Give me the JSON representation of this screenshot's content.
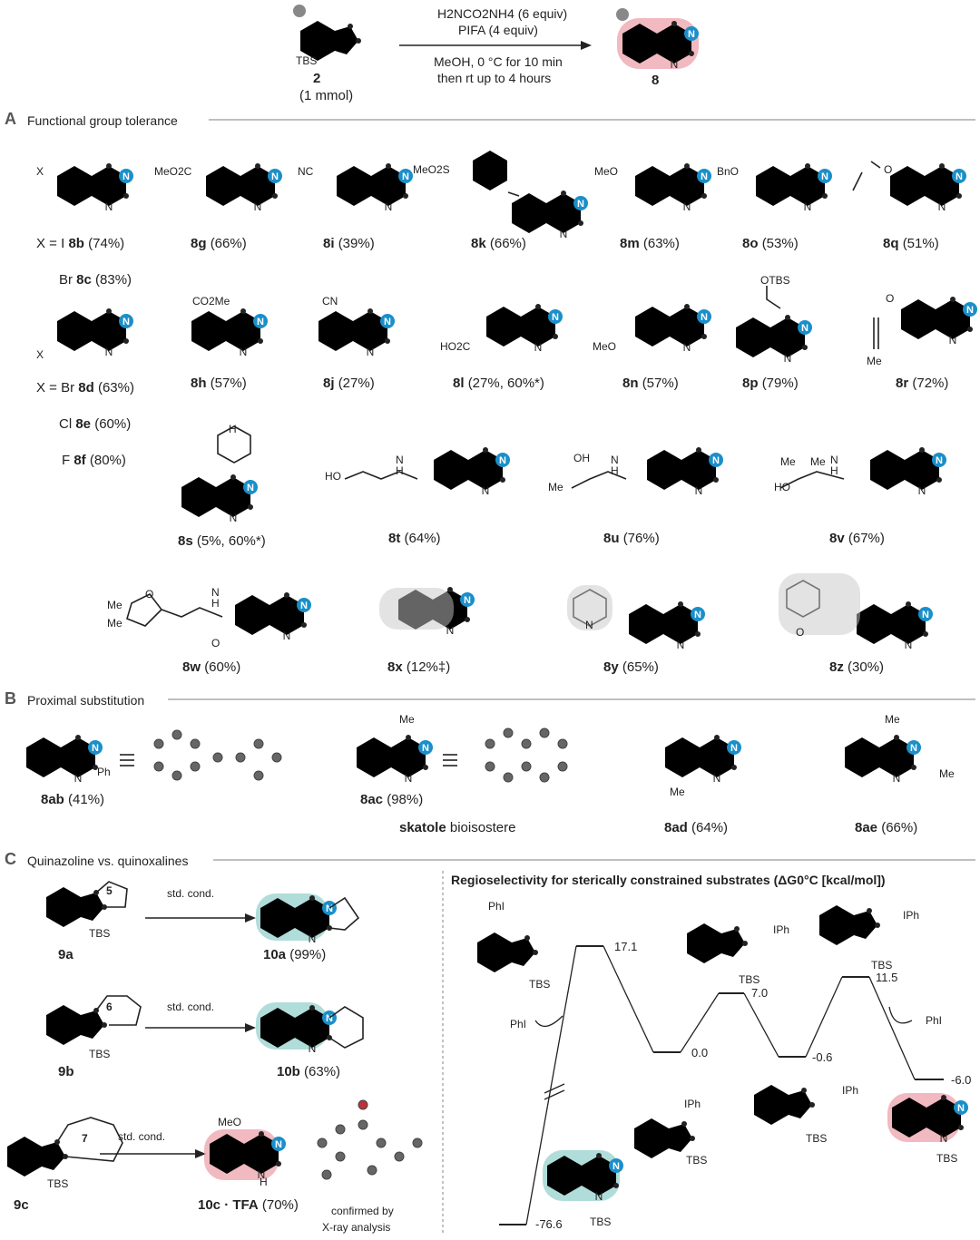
{
  "scheme": {
    "reactant": {
      "id": "2",
      "amount": "(1 mmol)",
      "group": "TBS"
    },
    "conditions": [
      "H2NCO2NH4 (6 equiv)",
      "PIFA (4 equiv)",
      "MeOH, 0 °C for 10 min",
      "then rt up to 4 hours"
    ],
    "product": {
      "id": "8"
    }
  },
  "sectionA": {
    "letter": "A",
    "title": "Functional group tolerance",
    "substituents": [
      "X",
      "MeO2C",
      "NC",
      "MeO2S",
      "MeO",
      "BnO",
      "CO2Me",
      "CN",
      "HO2C",
      "MeO",
      "OTBS",
      "Me",
      "H",
      "HO",
      "OH",
      "Me",
      "Me",
      "Me",
      "HO",
      "Me",
      "Me",
      "X",
      "O",
      "O",
      "O",
      "O",
      "H",
      "N",
      "H",
      "N",
      "H",
      "N",
      "H",
      "N",
      "O",
      "N"
    ],
    "labels": [
      {
        "id": "8b",
        "yield": "(74%)",
        "prefix": "X = I"
      },
      {
        "id": "8c",
        "yield": "(83%)",
        "prefix": "Br"
      },
      {
        "id": "8g",
        "yield": "(66%)"
      },
      {
        "id": "8i",
        "yield": "(39%)"
      },
      {
        "id": "8k",
        "yield": "(66%)"
      },
      {
        "id": "8m",
        "yield": "(63%)"
      },
      {
        "id": "8o",
        "yield": "(53%)"
      },
      {
        "id": "8q",
        "yield": "(51%)"
      },
      {
        "id": "8d",
        "yield": "(63%)",
        "prefix": "X = Br"
      },
      {
        "id": "8e",
        "yield": "(60%)",
        "prefix": "Cl"
      },
      {
        "id": "8f",
        "yield": "(80%)",
        "prefix": "F"
      },
      {
        "id": "8h",
        "yield": "(57%)"
      },
      {
        "id": "8j",
        "yield": "(27%)"
      },
      {
        "id": "8l",
        "yield": "(27%, 60%*)"
      },
      {
        "id": "8n",
        "yield": "(57%)"
      },
      {
        "id": "8p",
        "yield": "(79%)"
      },
      {
        "id": "8r",
        "yield": "(72%)"
      },
      {
        "id": "8s",
        "yield": "(5%, 60%*)"
      },
      {
        "id": "8t",
        "yield": "(64%)"
      },
      {
        "id": "8u",
        "yield": "(76%)"
      },
      {
        "id": "8v",
        "yield": "(67%)"
      },
      {
        "id": "8w",
        "yield": "(60%)"
      },
      {
        "id": "8x",
        "yield": "(12%‡)"
      },
      {
        "id": "8y",
        "yield": "(65%)"
      },
      {
        "id": "8z",
        "yield": "(30%)"
      }
    ]
  },
  "sectionB": {
    "letter": "B",
    "title": "Proximal substitution",
    "substituents": [
      "Ph",
      "Me",
      "Me",
      "Me",
      "Me"
    ],
    "labels": [
      {
        "id": "8ab",
        "yield": "(41%)"
      },
      {
        "id": "8ac",
        "yield": "(98%)"
      },
      {
        "id": "8ad",
        "yield": "(64%)"
      },
      {
        "id": "8ae",
        "yield": "(66%)"
      }
    ],
    "skatole": {
      "bold": "skatole",
      "rest": " bioisostere"
    }
  },
  "sectionC": {
    "letter": "C",
    "title": "Quinazoline vs. quinoxalines",
    "condition": "std. cond.",
    "ringSizes": [
      "5",
      "6",
      "7"
    ],
    "rows": [
      {
        "sm": "9a",
        "product": "10a",
        "yield": "(99%)"
      },
      {
        "sm": "9b",
        "product": "10b",
        "yield": "(63%)"
      },
      {
        "sm": "9c",
        "product": "10c · TFA",
        "yield": "(70%)"
      }
    ],
    "xray": [
      "confirmed by",
      "X-ray analysis"
    ],
    "misc": [
      "MeO",
      "H",
      "TBS",
      "TBS",
      "TBS"
    ]
  },
  "energy": {
    "title": "Regioselectivity for sterically constrained substrates (ΔG0°C [kcal/mol])",
    "levels": [
      "17.1",
      "0.0",
      "7.0",
      "-0.6",
      "11.5",
      "-6.0",
      "-76.6"
    ],
    "phi": [
      "PhI",
      "PhI",
      "PhI"
    ],
    "iph": [
      "IPh",
      "IPh",
      "IPh",
      "IPh"
    ],
    "tbs": [
      "TBS",
      "TBS",
      "TBS",
      "TBS",
      "TBS",
      "TBS",
      "TBS"
    ]
  },
  "colors": {
    "nitrogen": "#1a8fc9",
    "product_highlight": "#e88a96",
    "quinoxaline_highlight": "#8fcfc9",
    "substituent": "#c8c8c8"
  }
}
